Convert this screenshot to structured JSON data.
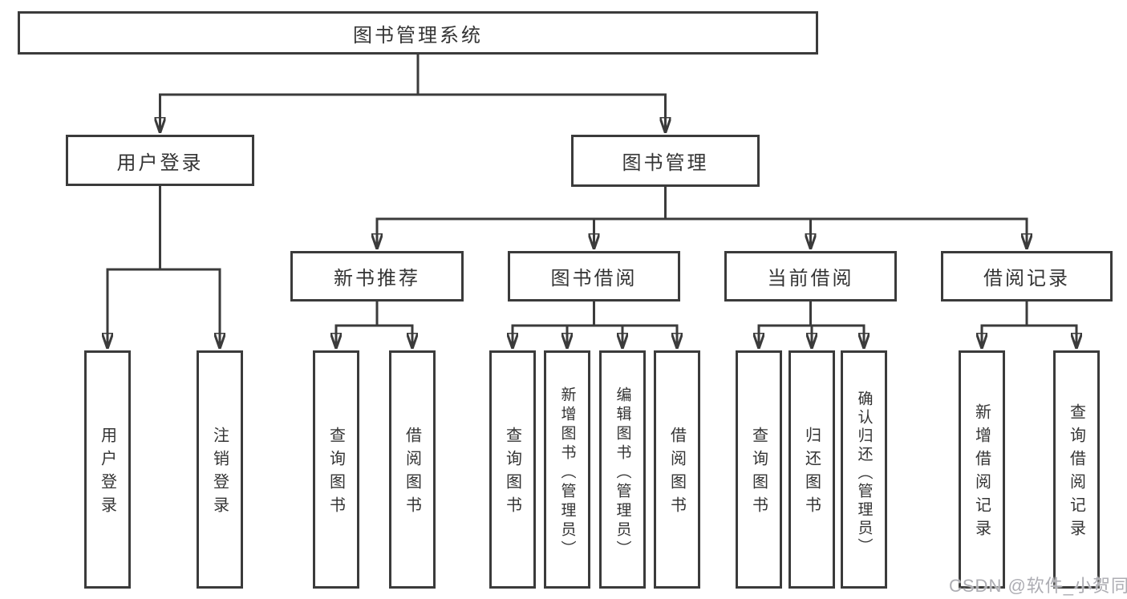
{
  "diagram": {
    "root": {
      "label": "图书管理系统"
    },
    "level2": [
      {
        "id": "user-login",
        "label": "用户登录"
      },
      {
        "id": "book-management",
        "label": "图书管理"
      }
    ],
    "level3": [
      {
        "id": "new-book-recommend",
        "label": "新书推荐",
        "parent": "图书管理"
      },
      {
        "id": "book-borrowing",
        "label": "图书借阅",
        "parent": "图书管理"
      },
      {
        "id": "current-borrowing",
        "label": "当前借阅",
        "parent": "图书管理"
      },
      {
        "id": "borrowing-records",
        "label": "借阅记录",
        "parent": "图书管理"
      }
    ],
    "leaves": [
      {
        "id": "user-login-action",
        "label": "用户登录",
        "parent": "用户登录"
      },
      {
        "id": "logout-action",
        "label": "注销登录",
        "parent": "用户登录"
      },
      {
        "id": "query-books-recommend",
        "label": "查询图书",
        "parent": "新书推荐"
      },
      {
        "id": "borrow-books-recommend",
        "label": "借阅图书",
        "parent": "新书推荐"
      },
      {
        "id": "query-books-borrowing",
        "label": "查询图书",
        "parent": "图书借阅"
      },
      {
        "id": "add-books-admin",
        "label": "新增图书（管理员）",
        "parent": "图书借阅"
      },
      {
        "id": "edit-books-admin",
        "label": "编辑图书（管理员）",
        "parent": "图书借阅"
      },
      {
        "id": "borrow-books",
        "label": "借阅图书",
        "parent": "图书借阅"
      },
      {
        "id": "query-books-current",
        "label": "查询图书",
        "parent": "当前借阅"
      },
      {
        "id": "return-books",
        "label": "归还图书",
        "parent": "当前借阅"
      },
      {
        "id": "confirm-return-admin",
        "label": "确认归还（管理员）",
        "parent": "当前借阅"
      },
      {
        "id": "add-borrow-record",
        "label": "新增借阅记录",
        "parent": "借阅记录"
      },
      {
        "id": "query-borrow-record",
        "label": "查询借阅记录",
        "parent": "借阅记录"
      }
    ]
  },
  "watermark": {
    "text": "CSDN @软件_小贺同学"
  },
  "colors": {
    "line": "#3b3b3b",
    "text": "#343434",
    "background": "#ffffff",
    "watermark": "#a6a6ad"
  }
}
